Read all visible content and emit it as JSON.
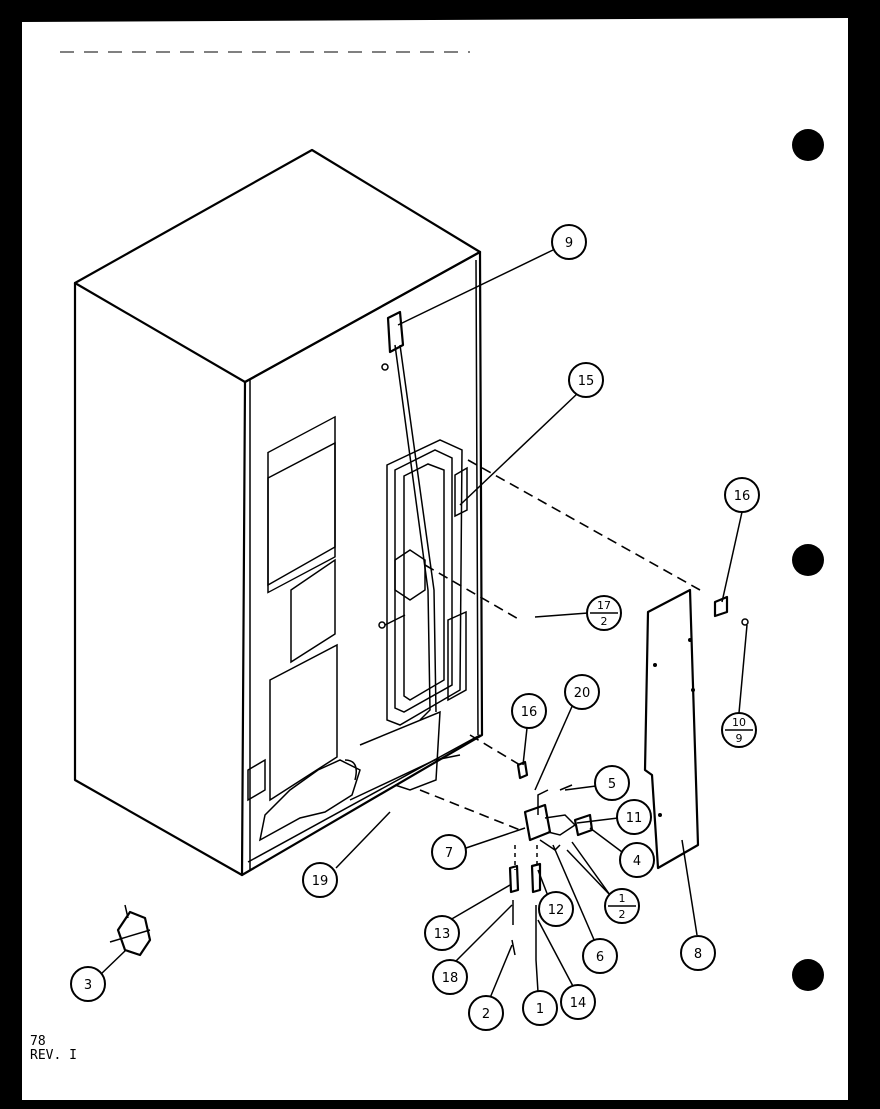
{
  "callouts": [
    {
      "id": "c9",
      "label": "9"
    },
    {
      "id": "c15",
      "label": "15"
    },
    {
      "id": "c16a",
      "label": "16"
    },
    {
      "id": "c17",
      "top": "17",
      "bottom": "2"
    },
    {
      "id": "c10",
      "top": "10",
      "bottom": "9"
    },
    {
      "id": "c20",
      "label": "20"
    },
    {
      "id": "c16b",
      "label": "16"
    },
    {
      "id": "c5",
      "label": "5"
    },
    {
      "id": "c11",
      "label": "11"
    },
    {
      "id": "c7",
      "label": "7"
    },
    {
      "id": "c4",
      "label": "4"
    },
    {
      "id": "c1b",
      "top": "1",
      "bottom": "2"
    },
    {
      "id": "c19",
      "label": "19"
    },
    {
      "id": "c13",
      "label": "13"
    },
    {
      "id": "c12",
      "label": "12"
    },
    {
      "id": "c6",
      "label": "6"
    },
    {
      "id": "c8",
      "label": "8"
    },
    {
      "id": "c18",
      "label": "18"
    },
    {
      "id": "c2",
      "label": "2"
    },
    {
      "id": "c1",
      "label": "1"
    },
    {
      "id": "c14",
      "label": "14"
    },
    {
      "id": "c3",
      "label": "3"
    }
  ],
  "page_code": "78",
  "revision": "REV. I"
}
